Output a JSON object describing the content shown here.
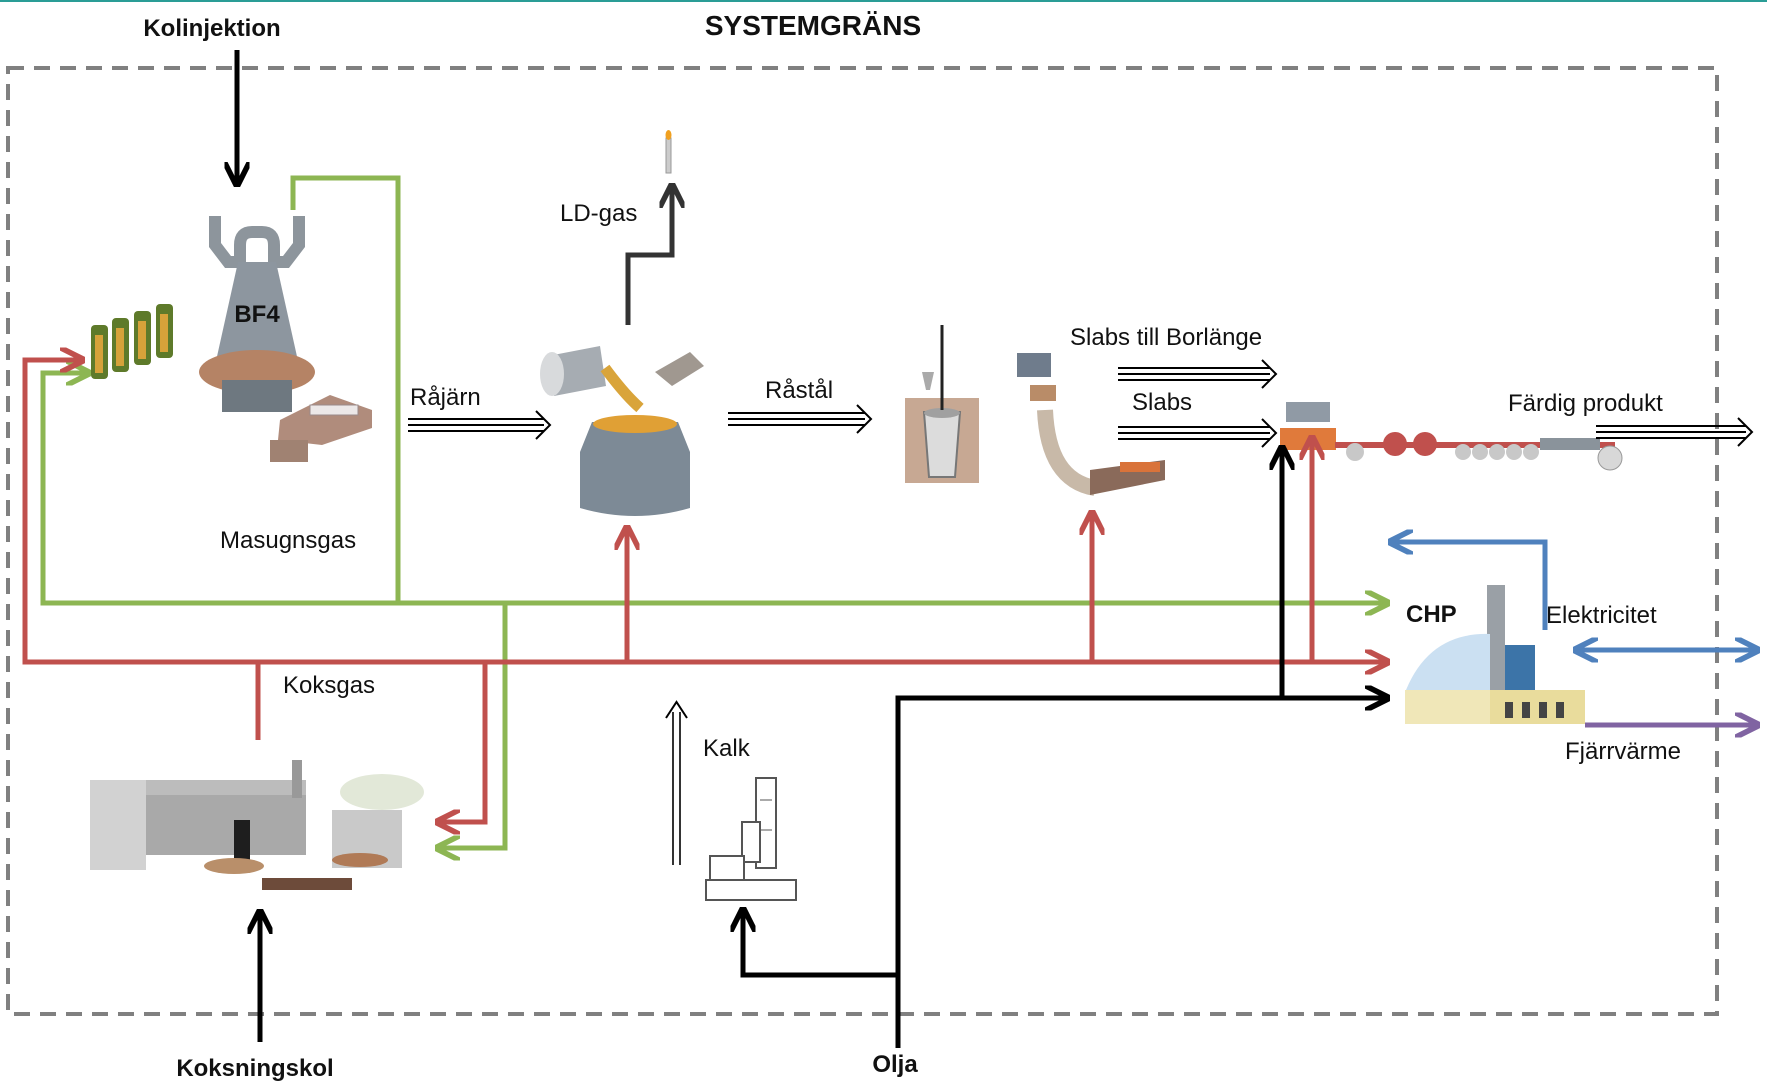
{
  "title": "SYSTEMGRÄNS",
  "inputs": {
    "kolinjektion": "Kolinjektion",
    "koksningskol": "Koksningskol",
    "olja": "Olja"
  },
  "units": {
    "blast_furnace": "BF4",
    "chp": "CHP"
  },
  "flows": {
    "rajarn": "Råjärn",
    "rastal": "Råstål",
    "ld_gas": "LD-gas",
    "masugnsgas": "Masugnsgas",
    "koksgas": "Koksgas",
    "kalk": "Kalk",
    "slabs_till_borlange": "Slabs till Borlänge",
    "slabs": "Slabs",
    "fardig_produkt": "Färdig produkt",
    "elektricitet": "Elektricitet",
    "fjarrvarme": "Fjärrvärme"
  },
  "colors": {
    "blast_furnace_gas": "#8db653",
    "coke_oven_gas": "#c0504d",
    "electricity": "#4f81bd",
    "district_heating": "#8064a2",
    "material": "#000000",
    "oil": "#000000",
    "ld_gas": "#333333",
    "boundary": "#808080",
    "top_rule": "#2a9d96"
  }
}
